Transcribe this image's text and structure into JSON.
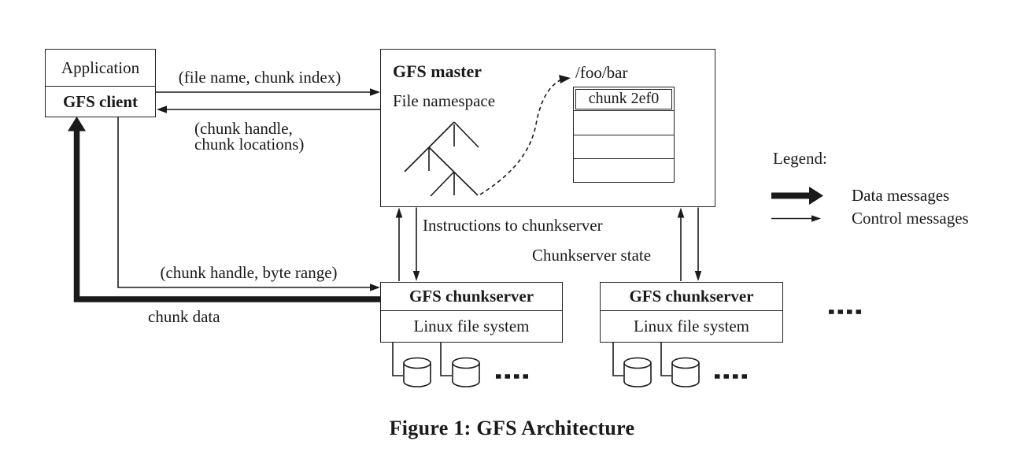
{
  "client": {
    "application": "Application",
    "name": "GFS client"
  },
  "master": {
    "title": "GFS master",
    "namespace": "File namespace",
    "path": "/foo/bar",
    "chunk_table": {
      "rows": [
        "chunk 2ef0",
        "",
        "",
        ""
      ]
    }
  },
  "chunkservers": {
    "left": {
      "title": "GFS chunkserver",
      "filesystem": "Linux file system"
    },
    "right": {
      "title": "GFS chunkserver",
      "filesystem": "Linux file system"
    }
  },
  "messages": {
    "request": "(file name, chunk index)",
    "reply": "(chunk handle,\n chunk locations)",
    "read_request": "(chunk handle, byte range)",
    "data_reply": "chunk data",
    "instructions": "Instructions to chunkserver",
    "state": "Chunkserver state"
  },
  "legend": {
    "title": "Legend:",
    "data_messages": "Data messages",
    "control_messages": "Control messages"
  },
  "caption": {
    "text": "Figure 1: GFS Architecture"
  },
  "decorations": {
    "ellipsis": "....."
  },
  "colors": {
    "ink": "#1a1a1a",
    "background": "#ffffff"
  }
}
